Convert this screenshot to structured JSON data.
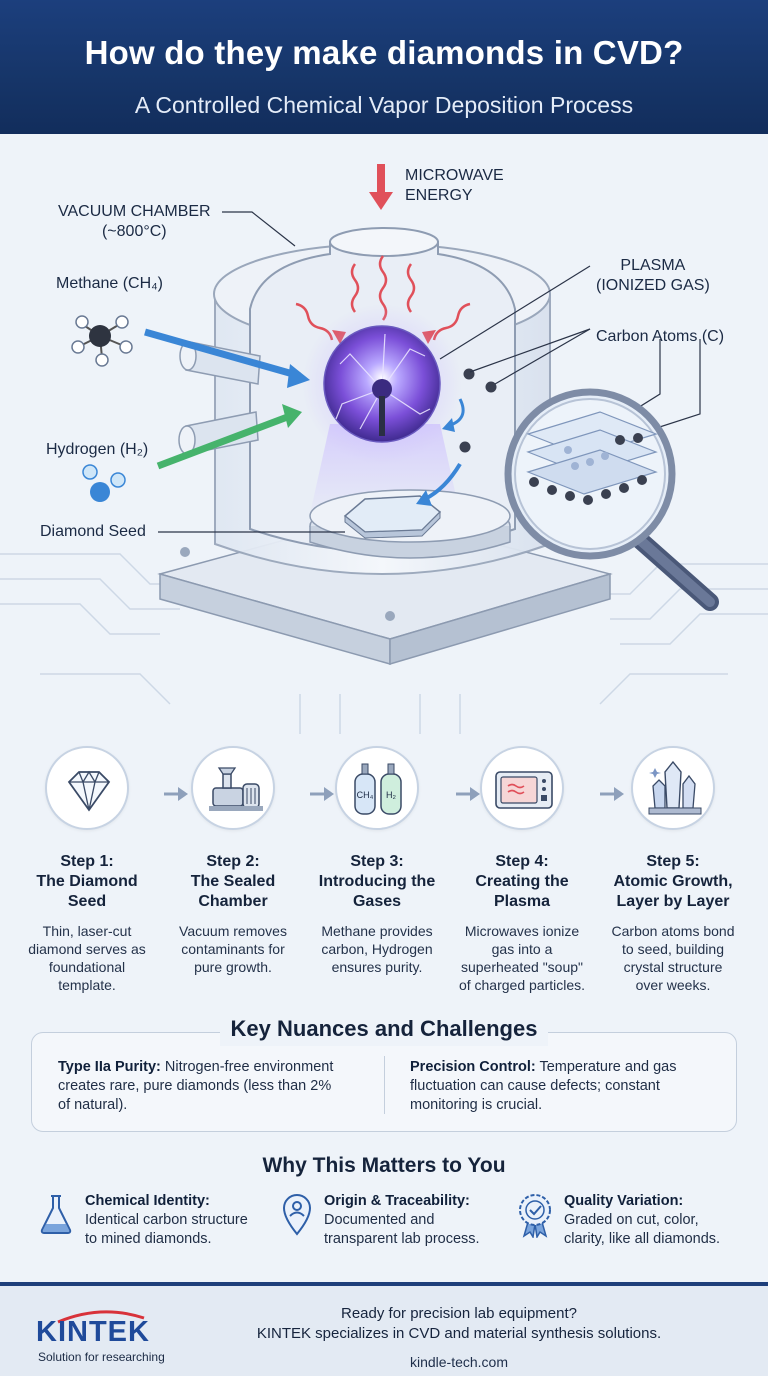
{
  "header": {
    "title": "How do they make diamonds in CVD?",
    "subtitle": "A Controlled Chemical Vapor Deposition Process"
  },
  "diagram": {
    "microwave": [
      "MICROWAVE",
      "ENERGY"
    ],
    "chamber": [
      "VACUUM CHAMBER",
      "(~800°C)"
    ],
    "methane": "Methane (CH₄)",
    "hydrogen": "Hydrogen (H₂)",
    "plasma": [
      "PLASMA",
      "(IONIZED GAS)"
    ],
    "carbon": "Carbon Atoms (C)",
    "seed": "Diamond Seed"
  },
  "steps": [
    {
      "title": "Step 1:",
      "title2": "The Diamond",
      "title3": "Seed",
      "desc": [
        "Thin, laser-cut",
        "diamond serves as",
        "foundational",
        "template."
      ],
      "icon": "diamond-icon"
    },
    {
      "title": "Step 2:",
      "title2": "The Sealed",
      "title3": "Chamber",
      "desc": [
        "Vacuum removes",
        "contaminants for",
        "pure growth."
      ],
      "icon": "vacuum-pump-icon"
    },
    {
      "title": "Step 3:",
      "title2": "Introducing the",
      "title3": "Gases",
      "desc": [
        "Methane provides",
        "carbon, Hydrogen",
        "ensures purity."
      ],
      "icon": "gas-cylinders-icon",
      "cyl1": "CH₄",
      "cyl2": "H₂"
    },
    {
      "title": "Step 4:",
      "title2": "Creating the",
      "title3": "Plasma",
      "desc": [
        "Microwaves ionize",
        "gas into a",
        "superheated \"soup\"",
        "of charged particles."
      ],
      "icon": "microwave-icon"
    },
    {
      "title": "Step 5:",
      "title2": "Atomic Growth,",
      "title3": "Layer by Layer",
      "desc": [
        "Carbon atoms bond",
        "to seed, building",
        "crystal structure",
        "over weeks."
      ],
      "icon": "crystals-icon"
    }
  ],
  "nuances": {
    "title": "Key Nuances and Challenges",
    "left_bold": "Type IIa Purity:",
    "left_text": [
      "Nitrogen-free environment",
      "creates rare, pure diamonds (less than 2%",
      "of natural)."
    ],
    "right_bold": "Precision Control:",
    "right_text": [
      "Temperature and gas",
      "fluctuation can cause defects; constant",
      "monitoring is crucial."
    ]
  },
  "why": {
    "title": "Why This Matters to You",
    "items": [
      {
        "bold": "Chemical Identity:",
        "lines": [
          "Identical carbon structure",
          "to mined diamonds."
        ],
        "icon": "flask-icon"
      },
      {
        "bold": "Origin & Traceability:",
        "lines": [
          "Documented and",
          "transparent lab process."
        ],
        "icon": "location-pin-icon"
      },
      {
        "bold": "Quality Variation:",
        "lines": [
          "Graded on cut, color,",
          "clarity, like all diamonds."
        ],
        "icon": "award-badge-icon"
      }
    ]
  },
  "footer": {
    "brand": "KINTEK",
    "tagline": "Solution for researching",
    "cta1": "Ready for precision lab equipment?",
    "cta2": "KINTEK specializes in CVD and material synthesis solutions.",
    "url": "kindle-tech.com"
  }
}
